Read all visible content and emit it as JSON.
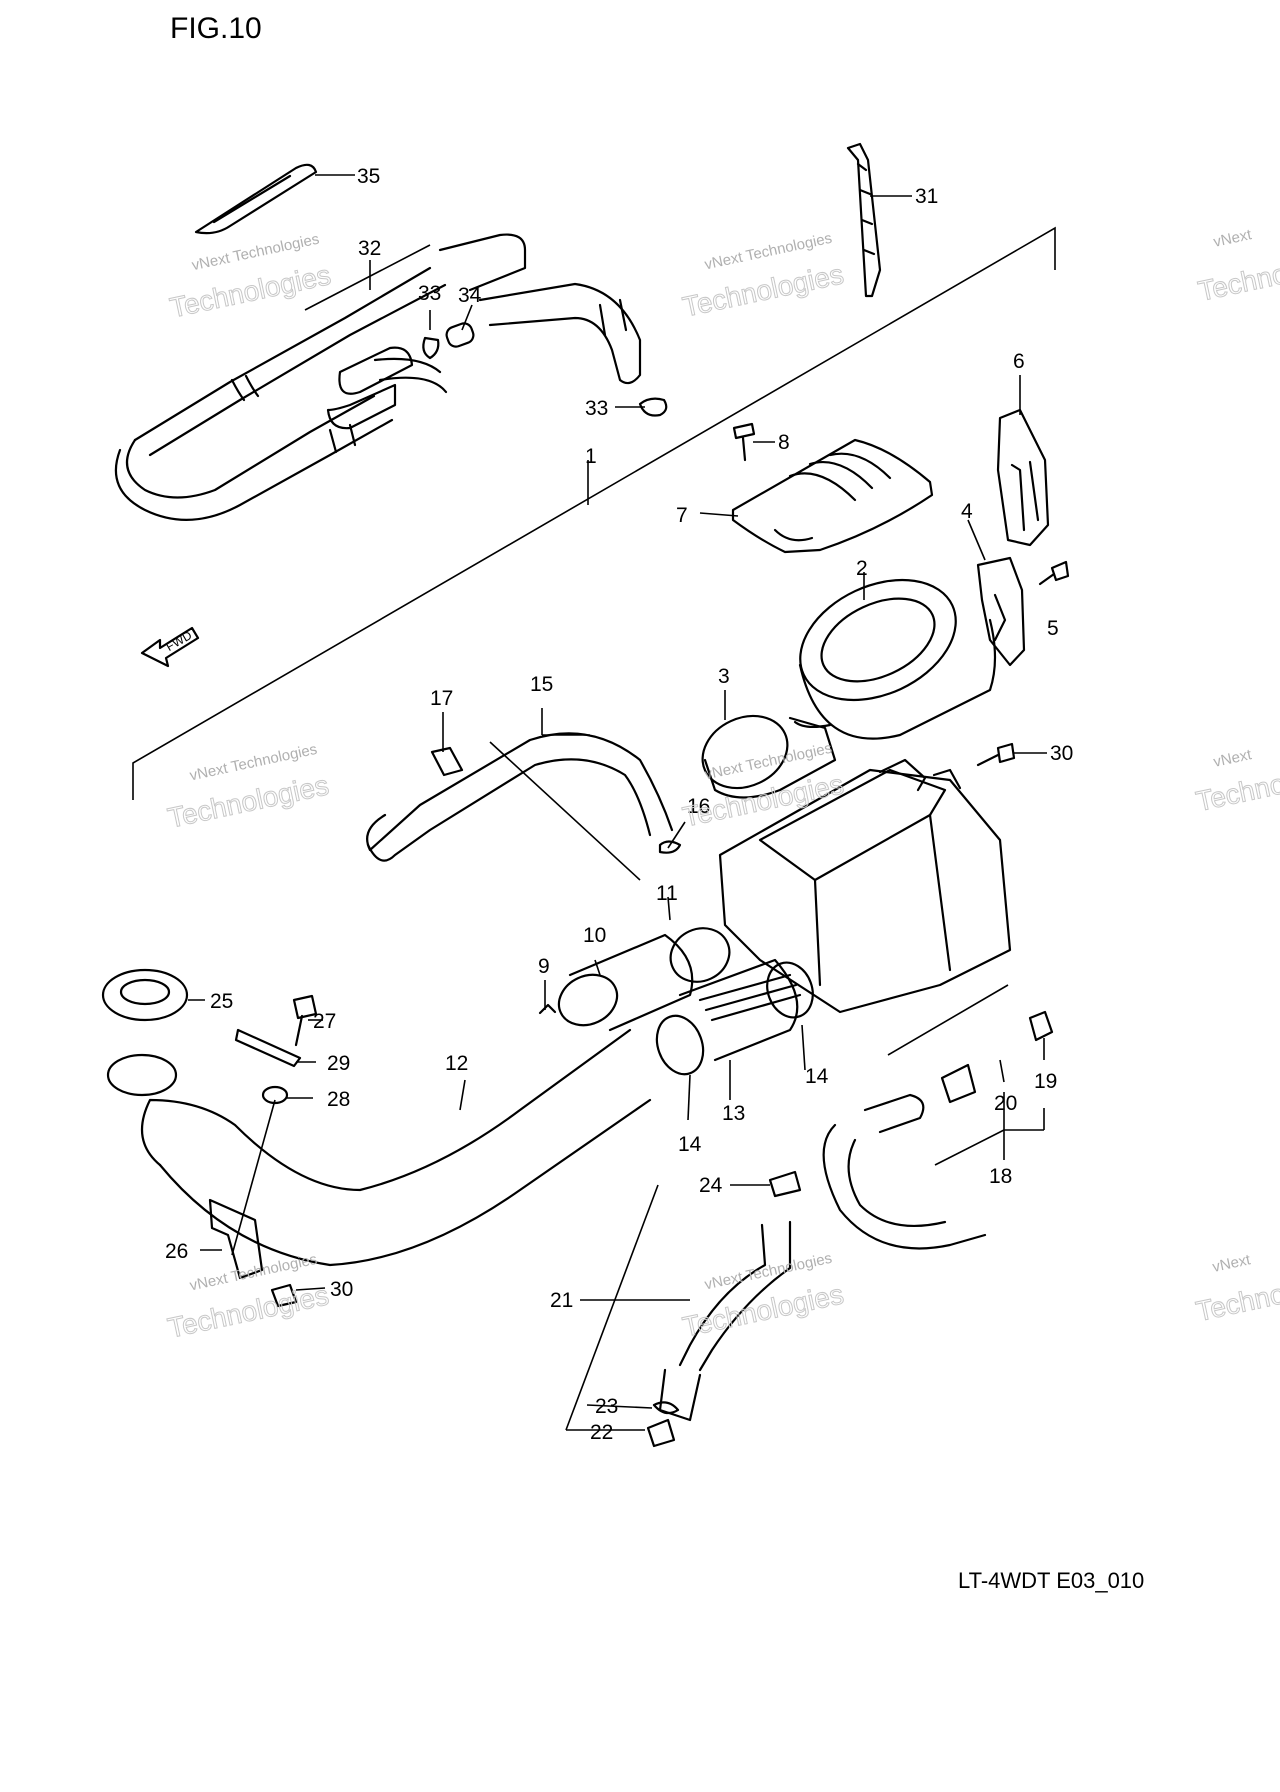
{
  "diagram": {
    "title": "FIG.10",
    "footer_code": "LT-4WDT E03_010",
    "fwd_label": "FWD",
    "watermark": {
      "line1": "vNext Technologies",
      "line2": "vNext",
      "line3": "Technologies"
    },
    "callouts": [
      "1",
      "2",
      "3",
      "4",
      "5",
      "6",
      "7",
      "8",
      "9",
      "10",
      "11",
      "12",
      "13",
      "14",
      "14",
      "15",
      "16",
      "17",
      "18",
      "19",
      "20",
      "21",
      "22",
      "23",
      "24",
      "25",
      "26",
      "27",
      "28",
      "29",
      "30",
      "30",
      "31",
      "32",
      "33",
      "33",
      "34",
      "35"
    ]
  }
}
